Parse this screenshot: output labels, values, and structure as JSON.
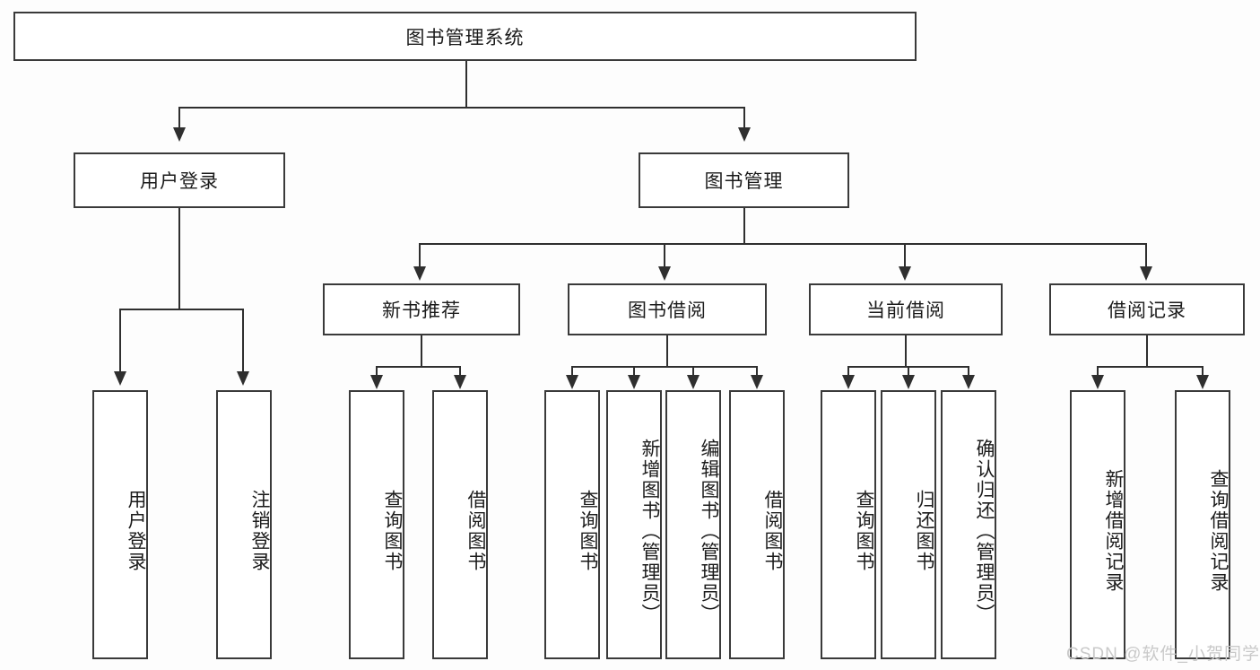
{
  "diagram": {
    "type": "tree-hierarchy",
    "title": "图书管理系统",
    "root": {
      "id": "root",
      "label": "图书管理系统"
    },
    "level2": [
      {
        "id": "user-login",
        "label": "用户登录"
      },
      {
        "id": "book-management",
        "label": "图书管理"
      }
    ],
    "level3": [
      {
        "id": "new-book-recommend",
        "label": "新书推荐",
        "parent": "book-management"
      },
      {
        "id": "book-borrow",
        "label": "图书借阅",
        "parent": "book-management"
      },
      {
        "id": "current-borrow",
        "label": "当前借阅",
        "parent": "book-management"
      },
      {
        "id": "borrow-record",
        "label": "借阅记录",
        "parent": "book-management"
      }
    ],
    "leaves": {
      "user_login": [
        {
          "id": "leaf-user-login",
          "label": "用户登录"
        },
        {
          "id": "leaf-logout",
          "label": "注销登录"
        }
      ],
      "new_book_recommend": [
        {
          "id": "leaf-query-book-1",
          "label": "查询图书"
        },
        {
          "id": "leaf-borrow-book-1",
          "label": "借阅图书"
        }
      ],
      "book_borrow": [
        {
          "id": "leaf-query-book-2",
          "label": "查询图书"
        },
        {
          "id": "leaf-add-book",
          "label": "新增图书（管理员）"
        },
        {
          "id": "leaf-edit-book",
          "label": "编辑图书（管理员）"
        },
        {
          "id": "leaf-borrow-book-2",
          "label": "借阅图书"
        }
      ],
      "current_borrow": [
        {
          "id": "leaf-query-book-3",
          "label": "查询图书"
        },
        {
          "id": "leaf-return-book",
          "label": "归还图书"
        },
        {
          "id": "leaf-confirm-return",
          "label": "确认归还（管理员）"
        }
      ],
      "borrow_record": [
        {
          "id": "leaf-add-record",
          "label": "新增借阅记录"
        },
        {
          "id": "leaf-query-record",
          "label": "查询借阅记录"
        }
      ]
    },
    "watermark": "CSDN @软件_小贺同学",
    "colors": {
      "box_border": "#3a3a3a",
      "box_fill": "#ffffff",
      "connector": "#2f2f2f",
      "text": "#1b1b1b",
      "watermark": "#c9c9c9",
      "background": "#fdfdfd"
    }
  }
}
